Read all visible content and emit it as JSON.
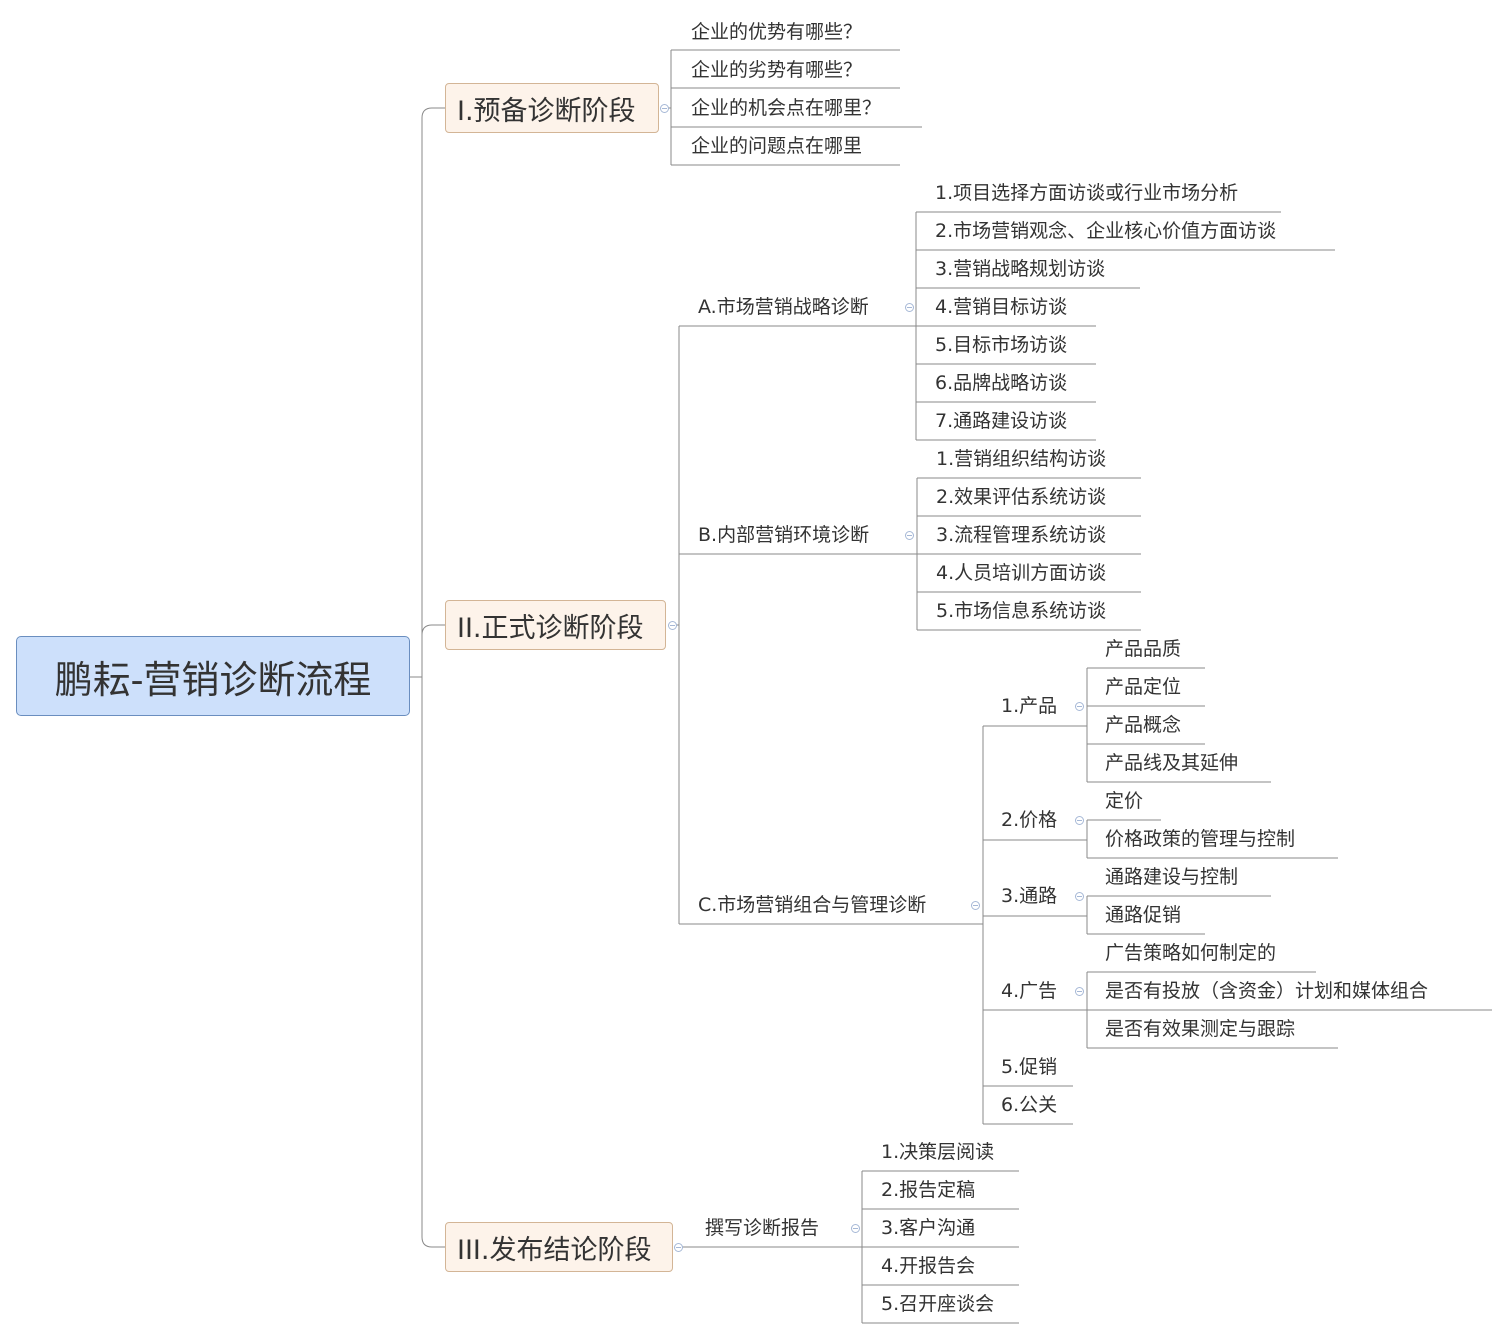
{
  "root": {
    "label": "鹏耘-营销诊断流程"
  },
  "stages": [
    {
      "label": "I.预备诊断阶段",
      "items": [
        "企业的优势有哪些？",
        "企业的劣势有哪些？",
        "企业的机会点在哪里？",
        "企业的问题点在哪里"
      ]
    },
    {
      "label": "II.正式诊断阶段",
      "groups": [
        {
          "label": "A.市场营销战略诊断",
          "items": [
            "1.项目选择方面访谈或行业市场分析",
            "2.市场营销观念、企业核心价值方面访谈",
            "3.营销战略规划访谈",
            "4.营销目标访谈",
            "5.目标市场访谈",
            "6.品牌战略访谈",
            "7.通路建设访谈"
          ]
        },
        {
          "label": "B.内部营销环境诊断",
          "items": [
            "1.营销组织结构访谈",
            "2.效果评估系统访谈",
            "3.流程管理系统访谈",
            "4.人员培训方面访谈",
            "5.市场信息系统访谈"
          ]
        },
        {
          "label": "C.市场营销组合与管理诊断",
          "subgroups": [
            {
              "label": "1.产品",
              "items": [
                "产品品质",
                "产品定位",
                "产品概念",
                "产品线及其延伸"
              ]
            },
            {
              "label": "2.价格",
              "items": [
                "定价",
                "价格政策的管理与控制"
              ]
            },
            {
              "label": "3.通路",
              "items": [
                "通路建设与控制",
                "通路促销"
              ]
            },
            {
              "label": "4.广告",
              "items": [
                "广告策略如何制定的",
                "是否有投放（含资金）计划和媒体组合",
                "是否有效果测定与跟踪"
              ]
            },
            {
              "label": "5.促销",
              "items": []
            },
            {
              "label": "6.公关",
              "items": []
            }
          ]
        }
      ]
    },
    {
      "label": "III.发布结论阶段",
      "groups": [
        {
          "label": "撰写诊断报告",
          "items": [
            "1.决策层阅读",
            "2.报告定稿",
            "3.客户沟通",
            "4.开报告会",
            "5.召开座谈会"
          ]
        }
      ]
    }
  ]
}
